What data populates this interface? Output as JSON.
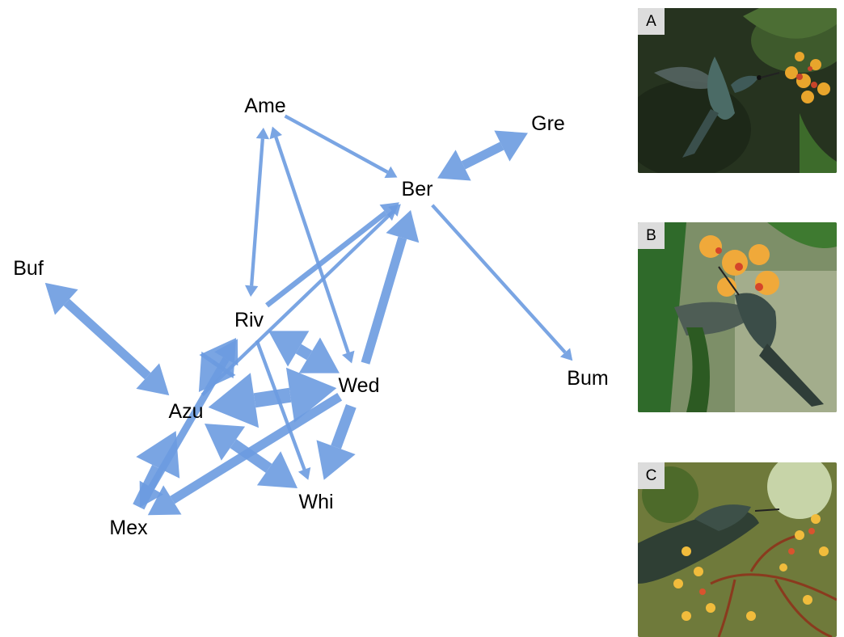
{
  "network": {
    "nodes": [
      {
        "id": "Ame",
        "label": "Ame"
      },
      {
        "id": "Ber",
        "label": "Ber"
      },
      {
        "id": "Gre",
        "label": "Gre"
      },
      {
        "id": "Buf",
        "label": "Buf"
      },
      {
        "id": "Riv",
        "label": "Riv"
      },
      {
        "id": "Wed",
        "label": "Wed"
      },
      {
        "id": "Azu",
        "label": "Azu"
      },
      {
        "id": "Whi",
        "label": "Whi"
      },
      {
        "id": "Mex",
        "label": "Mex"
      },
      {
        "id": "Bum",
        "label": "Bum"
      }
    ],
    "edges": [
      {
        "from": "Ame",
        "to": "Riv",
        "bidirectional": true,
        "weight": 1
      },
      {
        "from": "Ame",
        "to": "Ber",
        "bidirectional": false,
        "weight": 1
      },
      {
        "from": "Ame",
        "to": "Wed",
        "bidirectional": true,
        "weight": 1
      },
      {
        "from": "Ber",
        "to": "Gre",
        "bidirectional": true,
        "weight": 4
      },
      {
        "from": "Ber",
        "to": "Bum",
        "bidirectional": false,
        "weight": 1
      },
      {
        "from": "Azu",
        "to": "Ber",
        "bidirectional": false,
        "weight": 1
      },
      {
        "from": "Riv",
        "to": "Ber",
        "bidirectional": false,
        "weight": 2
      },
      {
        "from": "Wed",
        "to": "Ber",
        "bidirectional": false,
        "weight": 4
      },
      {
        "from": "Azu",
        "to": "Buf",
        "bidirectional": true,
        "weight": 4
      },
      {
        "from": "Mex",
        "to": "Riv",
        "bidirectional": true,
        "weight": 3
      },
      {
        "from": "Riv",
        "to": "Azu",
        "bidirectional": true,
        "weight": 5
      },
      {
        "from": "Riv",
        "to": "Wed",
        "bidirectional": true,
        "weight": 5
      },
      {
        "from": "Wed",
        "to": "Azu",
        "bidirectional": true,
        "weight": 7
      },
      {
        "from": "Riv",
        "to": "Whi",
        "bidirectional": false,
        "weight": 1
      },
      {
        "from": "Azu",
        "to": "Whi",
        "bidirectional": true,
        "weight": 5
      },
      {
        "from": "Wed",
        "to": "Whi",
        "bidirectional": false,
        "weight": 5
      },
      {
        "from": "Mex",
        "to": "Azu",
        "bidirectional": false,
        "weight": 6
      },
      {
        "from": "Wed",
        "to": "Mex",
        "bidirectional": false,
        "weight": 4
      }
    ]
  },
  "photos": [
    {
      "tag": "A",
      "bg": "#2f3d2b"
    },
    {
      "tag": "B",
      "bg": "#5b7a45"
    },
    {
      "tag": "C",
      "bg": "#6d7a3a"
    }
  ],
  "colors": {
    "edge": "#6c9be0",
    "text": "#000000",
    "tag_bg": "#dcdcdc"
  }
}
